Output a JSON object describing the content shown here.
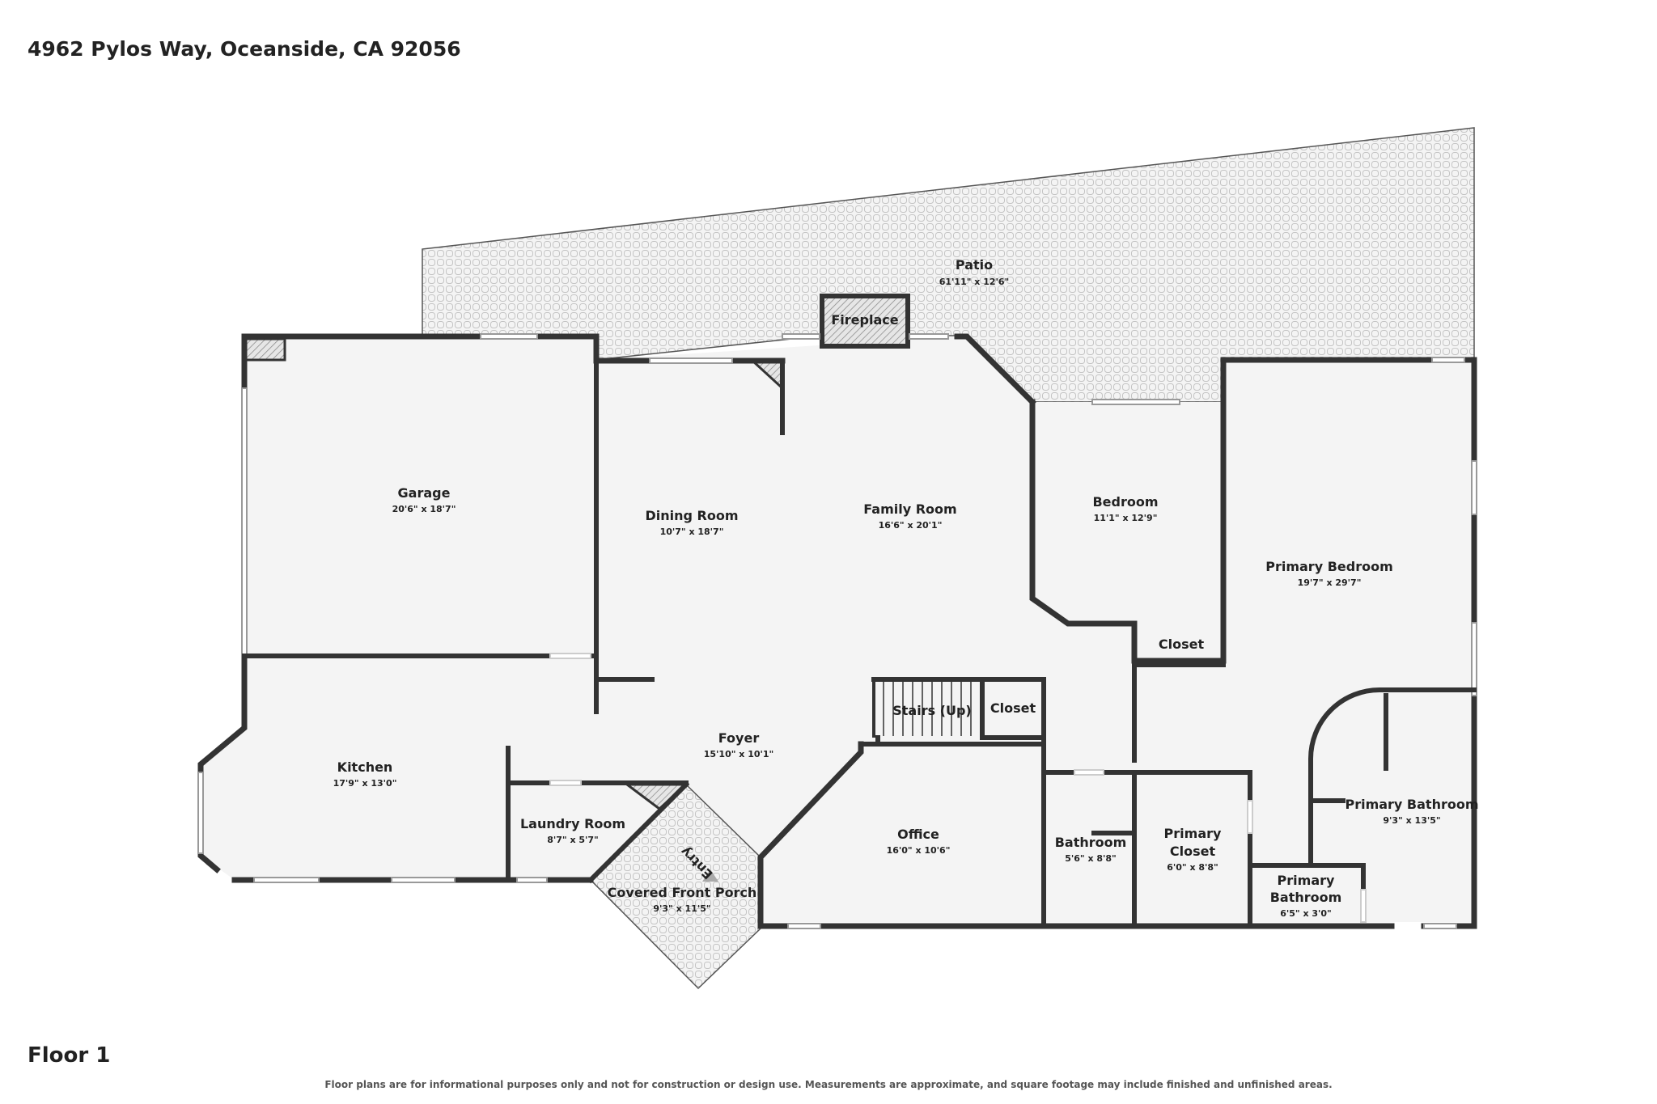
{
  "address": "4962 Pylos Way, Oceanside, CA 92056",
  "floor_label": "Floor 1",
  "disclaimer": "Floor plans are for informational purposes only and not for construction or design use. Measurements are approximate, and square footage may include finished and unfinished areas.",
  "entry_label": "Entry",
  "rooms": {
    "patio": {
      "name": "Patio",
      "dims": "61'11\" x 12'6\""
    },
    "fireplace": {
      "name": "Fireplace"
    },
    "garage": {
      "name": "Garage",
      "dims": "20'6\" x 18'7\""
    },
    "dining": {
      "name": "Dining Room",
      "dims": "10'7\" x 18'7\""
    },
    "family": {
      "name": "Family Room",
      "dims": "16'6\" x 20'1\""
    },
    "bedroom": {
      "name": "Bedroom",
      "dims": "11'1\" x 12'9\""
    },
    "primary_bedroom": {
      "name": "Primary Bedroom",
      "dims": "19'7\" x 29'7\""
    },
    "closet_a": {
      "name": "Closet"
    },
    "closet_b": {
      "name": "Closet"
    },
    "stairs": {
      "name": "Stairs (Up)"
    },
    "foyer": {
      "name": "Foyer",
      "dims": "15'10\" x 10'1\""
    },
    "kitchen": {
      "name": "Kitchen",
      "dims": "17'9\" x 13'0\""
    },
    "laundry": {
      "name": "Laundry Room",
      "dims": "8'7\" x 5'7\""
    },
    "porch": {
      "name": "Covered Front Porch",
      "dims": "9'3\" x 11'5\""
    },
    "office": {
      "name": "Office",
      "dims": "16'0\" x 10'6\""
    },
    "bathroom": {
      "name": "Bathroom",
      "dims": "5'6\" x 8'8\""
    },
    "primary_closet": {
      "name_line1": "Primary",
      "name_line2": "Closet",
      "dims": "6'0\" x 8'8\""
    },
    "primary_bath_large": {
      "name": "Primary Bathroom",
      "dims": "9'3\" x 13'5\""
    },
    "primary_bath_small": {
      "name_line1": "Primary",
      "name_line2": "Bathroom",
      "dims": "6'5\" x 3'0\""
    }
  }
}
